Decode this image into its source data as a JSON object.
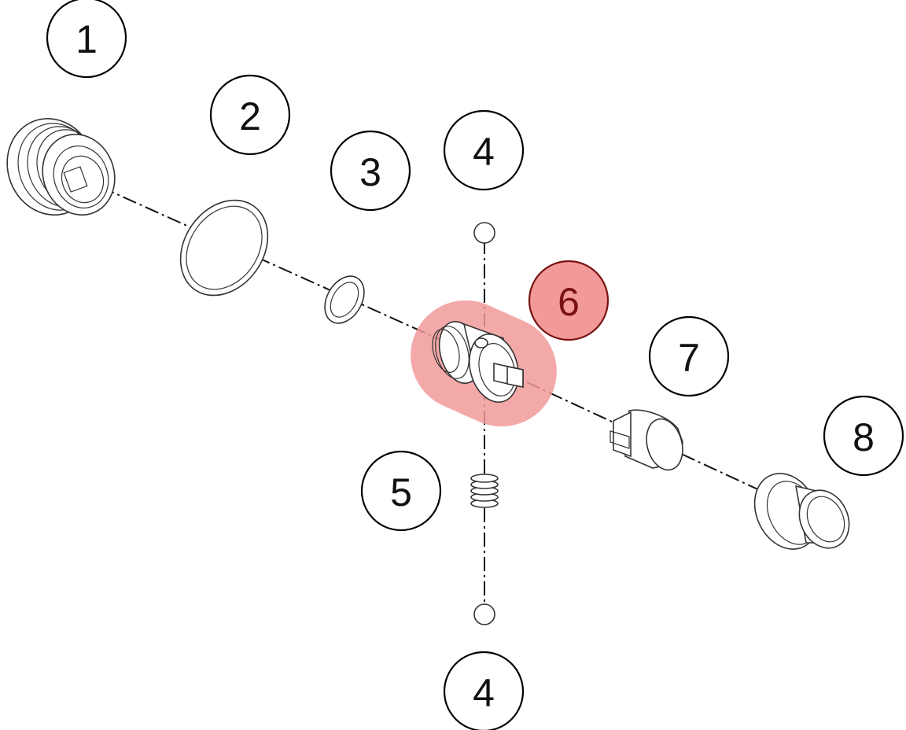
{
  "diagram": {
    "highlight_color": "#f29a9a",
    "highlight_text_color": "#7a1111",
    "callouts": [
      {
        "id": "c1",
        "label": "1"
      },
      {
        "id": "c2",
        "label": "2"
      },
      {
        "id": "c3",
        "label": "3"
      },
      {
        "id": "c4a",
        "label": "4"
      },
      {
        "id": "c6",
        "label": "6",
        "highlighted": true
      },
      {
        "id": "c7",
        "label": "7"
      },
      {
        "id": "c8",
        "label": "8"
      },
      {
        "id": "c5",
        "label": "5"
      },
      {
        "id": "c4b",
        "label": "4"
      }
    ]
  }
}
